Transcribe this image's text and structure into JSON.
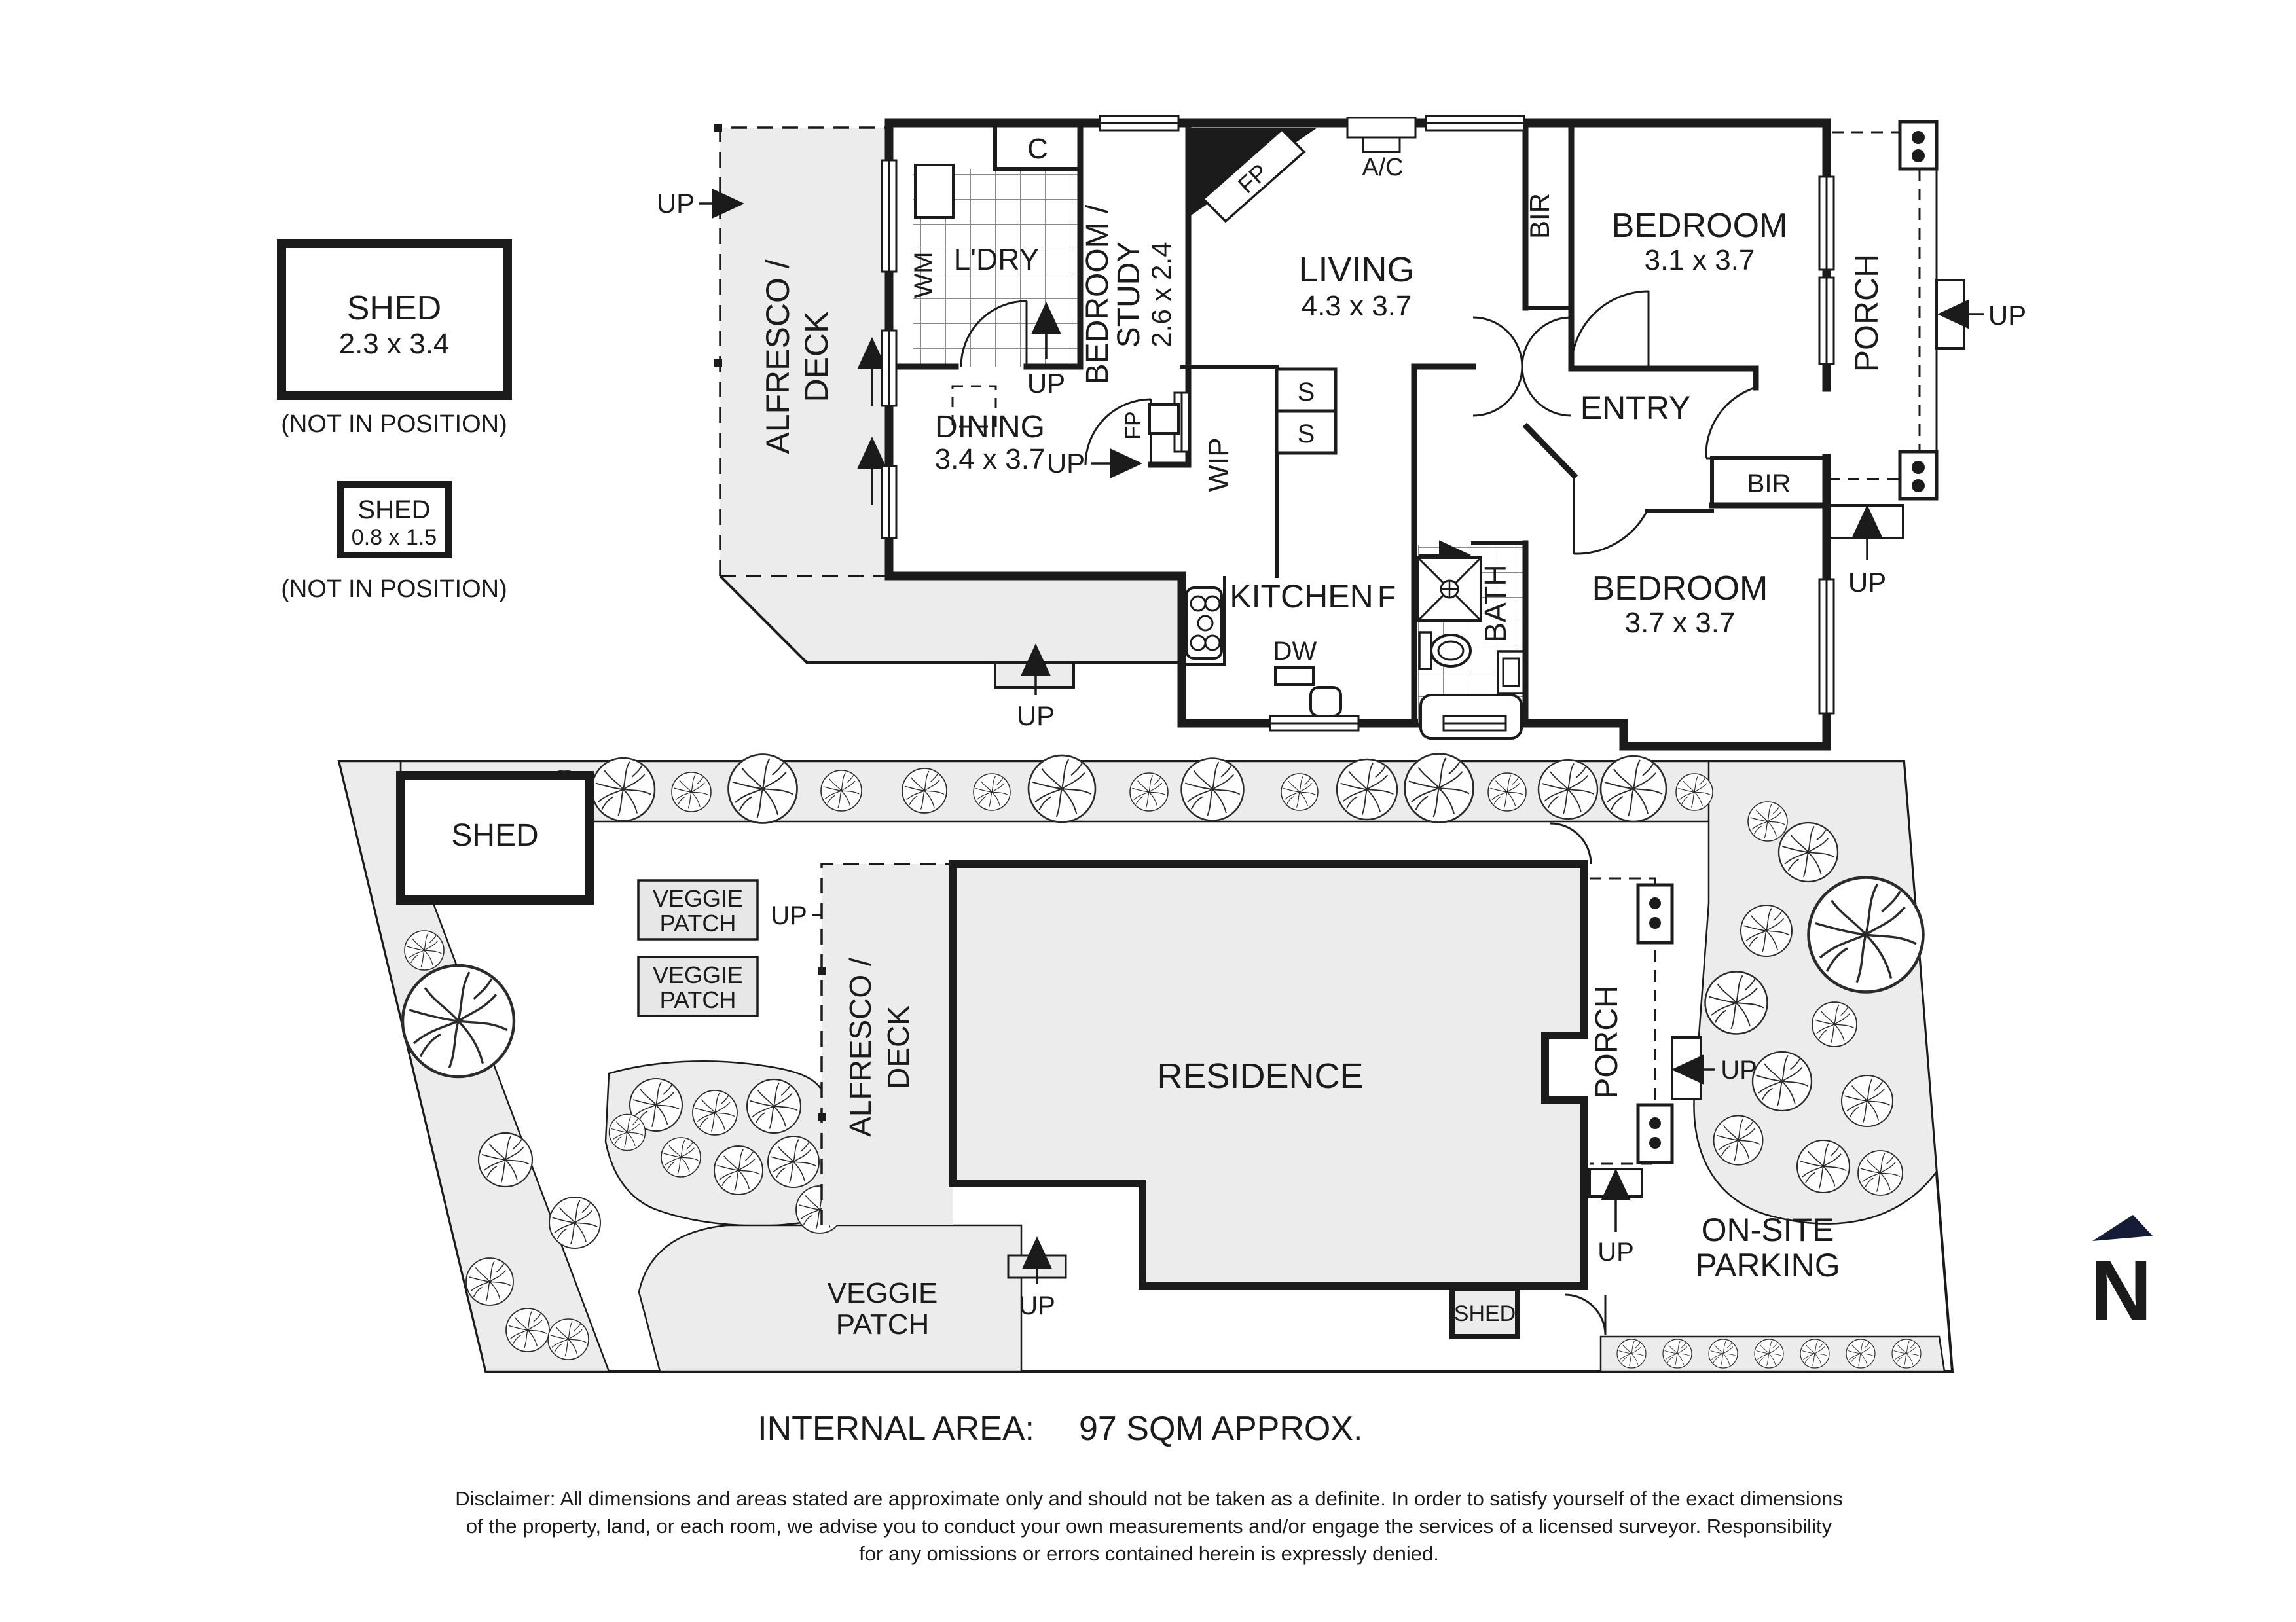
{
  "labels": {
    "up": "UP"
  },
  "plan": {
    "alfresco_line1": "ALFRESCO /",
    "alfresco_line2": "DECK",
    "ldry": "L'DRY",
    "wm": "WM",
    "c": "C",
    "study_line1": "BEDROOM /",
    "study_line2": "STUDY",
    "study_dims": "2.6 x 2.4",
    "living": "LIVING",
    "living_dims": "4.3 x 3.7",
    "fp": "FP",
    "ac": "A/C",
    "bir": "BIR",
    "bedroom1": "BEDROOM",
    "bedroom1_dims": "3.1 x 3.7",
    "porch": "PORCH",
    "entry": "ENTRY",
    "wip": "WIP",
    "s": "S",
    "dining": "DINING",
    "dining_dims": "3.4 x 3.7",
    "kitchen": "KITCHEN",
    "fridge": "F",
    "dw": "DW",
    "bath": "BATH",
    "bedroom2": "BEDROOM",
    "bedroom2_dims": "3.7 x 3.7"
  },
  "legend": {
    "shed1_label": "SHED",
    "shed1_dims": "2.3 x 3.4",
    "shed1_note": "(NOT IN POSITION)",
    "shed2_label": "SHED",
    "shed2_dims": "0.8 x 1.5",
    "shed2_note": "(NOT IN POSITION)"
  },
  "site": {
    "shed": "SHED",
    "veggie_line1": "VEGGIE",
    "veggie_line2": "PATCH",
    "residence": "RESIDENCE",
    "porch": "PORCH",
    "parking_line1": "ON-SITE",
    "parking_line2": "PARKING",
    "shed_small": "SHED",
    "north": "N"
  },
  "footer": {
    "area_label": "INTERNAL AREA:",
    "area_value": "97 SQM APPROX.",
    "disclaimer_line1": "Disclaimer: All dimensions and areas stated are approximate only and should not be taken as a definite. In order to satisfy yourself of the exact dimensions",
    "disclaimer_line2": "of the property, land, or each room, we advise you to conduct your own measurements and/or engage the services of a licensed surveyor. Responsibility",
    "disclaimer_line3": "for any omissions or errors contained herein is expressly denied."
  },
  "colors": {
    "ink": "#1b1b1b",
    "plan_gray": "#ececec",
    "north_navy": "#141c38"
  }
}
